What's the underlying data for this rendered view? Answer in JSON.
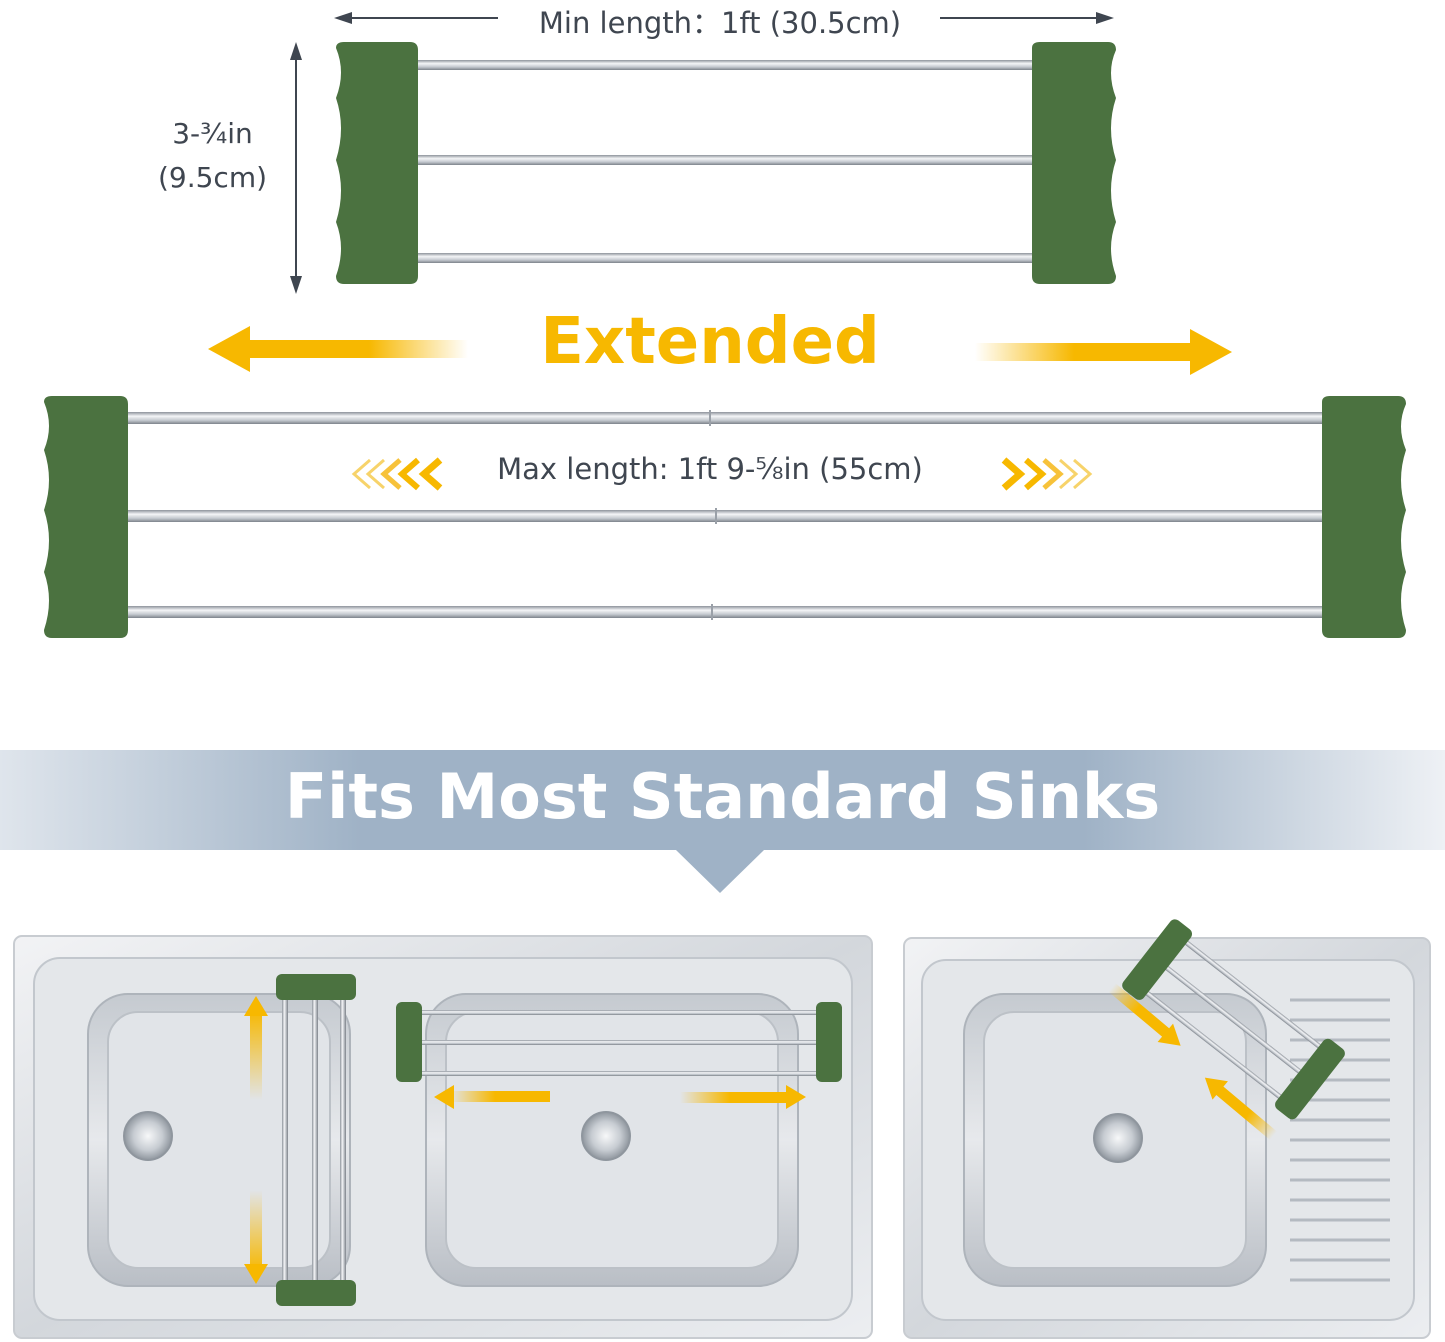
{
  "labels": {
    "min_length": "Min length：1ft (30.5cm)",
    "height_line1": "3-¾in",
    "height_line2": "(9.5cm)",
    "extended": "Extended",
    "max_length": "Max length: 1ft 9-⅝in (55cm)",
    "banner": "Fits Most Standard Sinks"
  },
  "colors": {
    "rack_green": "#4b7240",
    "accent_yellow": "#f7b800",
    "banner_blue": "#9fb2c6",
    "steel": "#c9cdd2",
    "dimension_gray": "#3f4650"
  },
  "icons": {
    "left_chevrons": "double-chevron-left-icon",
    "right_chevrons": "double-chevron-right-icon",
    "arrow_left": "arrow-left-icon",
    "arrow_right": "arrow-right-icon"
  }
}
